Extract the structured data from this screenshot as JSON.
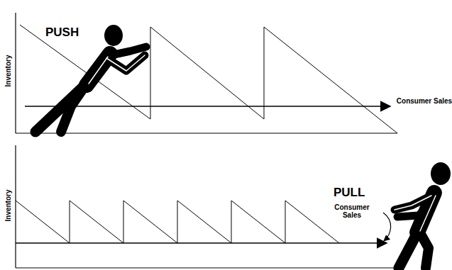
{
  "diagram": {
    "labels": [
      "PUSH",
      "Inventory",
      "Consumer Sales",
      "Inventory",
      "PULL",
      "Consumer Sales"
    ]
  }
}
